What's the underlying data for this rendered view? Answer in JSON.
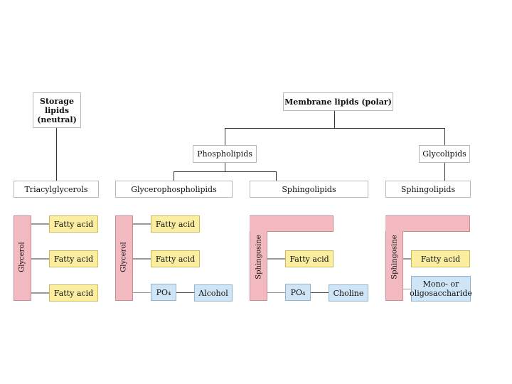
{
  "top": {
    "storage": [
      "Storage",
      "lipids",
      "(neutral)"
    ],
    "membrane": "Membrane lipids (polar)"
  },
  "mid": {
    "phospholipids": "Phospholipids",
    "glycolipids": "Glycolipids"
  },
  "classes": {
    "triacylglycerols": "Triacylglycerols",
    "glycerophospholipids": "Glycerophospholipids",
    "sphingolipids_phospho": "Sphingolipids",
    "sphingolipids_glyco": "Sphingolipids"
  },
  "structures": {
    "glycerol": "Glycerol",
    "sphingosine": "Sphingosine",
    "fatty_acid": "Fatty acid",
    "po4": "PO₄",
    "alcohol": "Alcohol",
    "choline": "Choline",
    "mono_line1": "Mono- or",
    "mono_line2": "oligosaccharide"
  },
  "colors": {
    "backbone": "#f3b9c0",
    "fatty_acid": "#fbeea0",
    "head_group": "#cfe4f5"
  }
}
